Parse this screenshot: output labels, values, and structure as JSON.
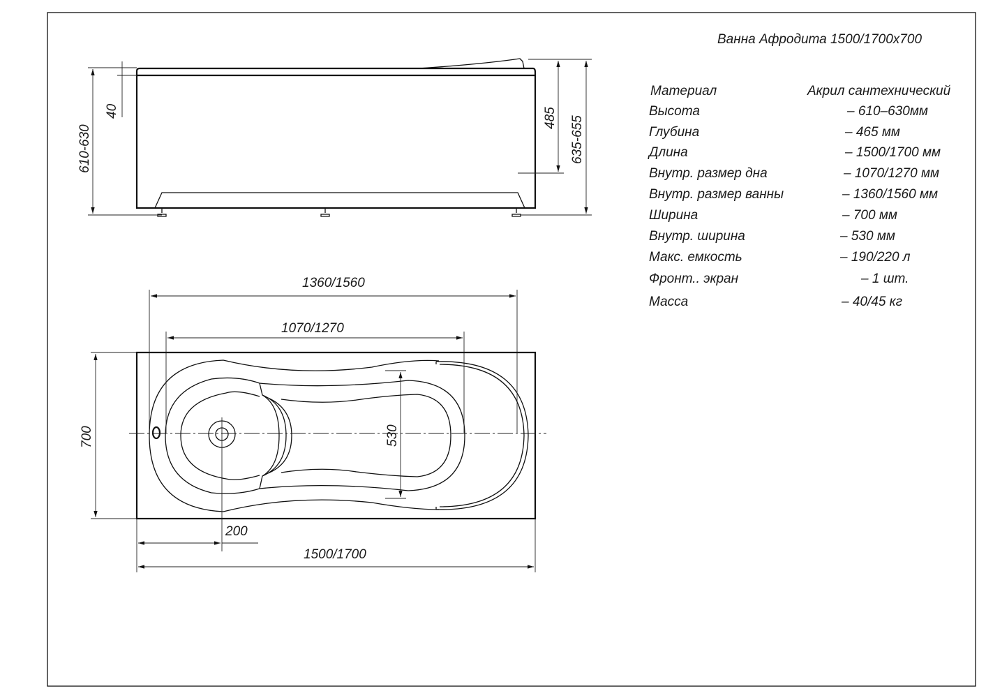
{
  "title": "Ванна Афродита 1500/1700x700",
  "specs": [
    {
      "label": "Материал",
      "value": "Акрил сантехнический"
    },
    {
      "label": "Высота",
      "value": "– 610–630мм"
    },
    {
      "label": "Глубина",
      "value": "– 465 мм"
    },
    {
      "label": "Длина",
      "value": "– 1500/1700 мм"
    },
    {
      "label": "Внутр. размер дна",
      "value": "– 1070/1270 мм"
    },
    {
      "label": "Внутр. размер ванны",
      "value": "– 1360/1560 мм"
    },
    {
      "label": "Ширина",
      "value": "– 700 мм"
    },
    {
      "label": "Внутр. ширина",
      "value": "– 530 мм"
    },
    {
      "label": "Макс. емкость",
      "value": "– 190/220 л"
    },
    {
      "label": "Фронт.. экран",
      "value": "– 1 шт."
    },
    {
      "label": "Масса",
      "value": "– 40/45 кг"
    }
  ],
  "side_view": {
    "dim_height": "610-630",
    "dim_rim": "40",
    "dim_depth": "485",
    "dim_total_height": "635-655"
  },
  "top_view": {
    "dim_inner_length": "1360/1560",
    "dim_bottom_length": "1070/1270",
    "dim_width": "700",
    "dim_inner_width": "530",
    "dim_drain_offset": "200",
    "dim_length": "1500/1700"
  }
}
